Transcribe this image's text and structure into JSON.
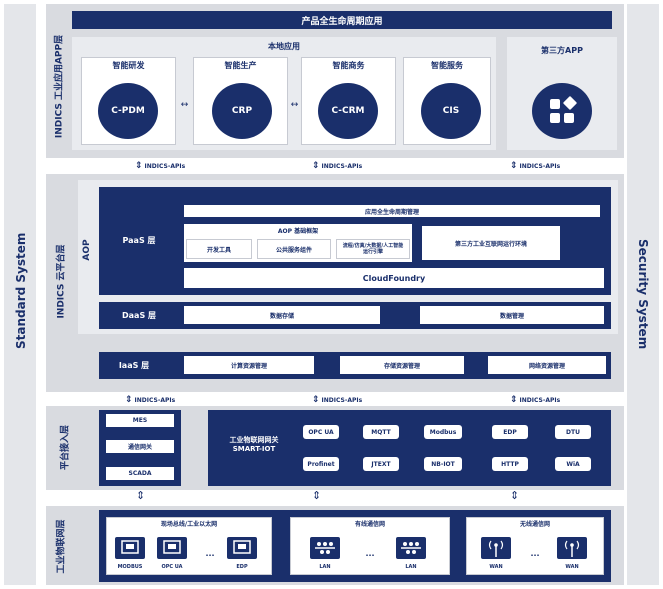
{
  "side": {
    "left": "Standard System",
    "right": "Security System"
  },
  "app_layer": {
    "label": "INDICS 工业应用APP层",
    "header": "产品全生命周期应用",
    "local_title": "本地应用",
    "third_party_title": "第三方APP",
    "groups": [
      {
        "title": "智能研发",
        "app": "C-PDM"
      },
      {
        "title": "智能生产",
        "app": "CRP"
      },
      {
        "title": "智能商务",
        "app": "C-CRM"
      },
      {
        "title": "智能服务",
        "app": "CIS"
      }
    ]
  },
  "api": {
    "label": "INDICS-APIs"
  },
  "cloud_layer": {
    "label": "INDICS 云平台层",
    "aop_label": "AOP",
    "paas": {
      "label": "PaaS 层",
      "lifecycle": "应用全生命周期管理",
      "aop_framework": "AOP 基础框架",
      "dev_tools": "开发工具",
      "common_components": "公共服务组件",
      "engines": "流程/仿真/大数据/人工智能运行引擎",
      "third_party_env": "第三方工业互联网运行环境",
      "cloudfoundry": "CloudFoundry"
    },
    "daas": {
      "label": "DaaS 层",
      "items": [
        "数据存储",
        "数据管理"
      ]
    },
    "iaas": {
      "label": "IaaS 层",
      "items": [
        "计算资源管理",
        "存储资源管理",
        "网络资源管理"
      ]
    }
  },
  "access_layer": {
    "label": "平台接入层",
    "left_items": [
      "MES",
      "通信网关",
      "SCADA"
    ],
    "gateway_title": "工业物联网网关 SMART-IOT",
    "protocols": [
      "OPC UA",
      "MQTT",
      "Modbus",
      "EDP",
      "DTU",
      "Profinet",
      "JTEXT",
      "NB-IOT",
      "HTTP",
      "WiA"
    ]
  },
  "iot_layer": {
    "label": "工业物联网层",
    "networks": [
      {
        "title": "现场总线/工业以太网",
        "devices": [
          "MODBUS",
          "OPC UA",
          "EDP"
        ]
      },
      {
        "title": "有线通信网",
        "devices": [
          "LAN",
          "LAN"
        ]
      },
      {
        "title": "无线通信网",
        "devices": [
          "WAN",
          "WAN"
        ]
      }
    ],
    "ellipsis": "..."
  }
}
